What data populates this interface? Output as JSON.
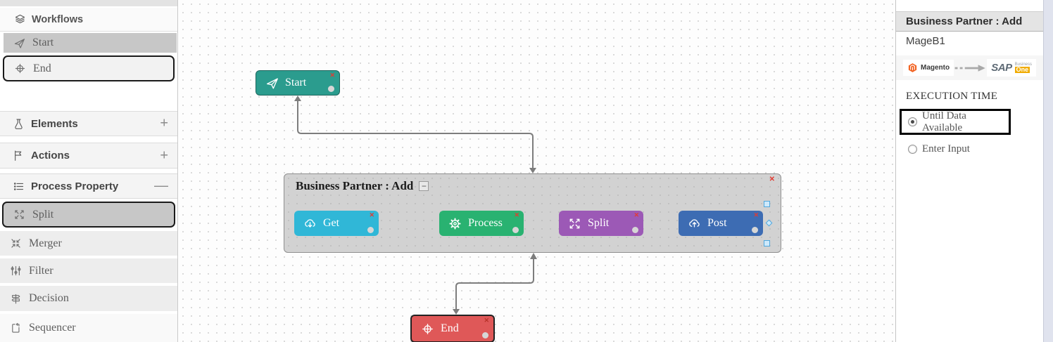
{
  "icons": {
    "close": "✕"
  },
  "sidebar": {
    "top_header": "Workflows",
    "palette": [
      {
        "label": "Start"
      },
      {
        "label": "End"
      }
    ],
    "sections": [
      {
        "label": "Elements",
        "toggle": "+"
      },
      {
        "label": "Actions",
        "toggle": "+"
      },
      {
        "label": "Process Property",
        "toggle": "—"
      }
    ],
    "process_items": [
      {
        "label": "Split"
      },
      {
        "label": "Merger"
      },
      {
        "label": "Filter"
      },
      {
        "label": "Decision"
      },
      {
        "label": "Sequencer"
      }
    ]
  },
  "canvas": {
    "nodes": {
      "start": {
        "label": "Start",
        "color": "#2b9c8e"
      },
      "end": {
        "label": "End",
        "color": "#df5858"
      }
    },
    "group": {
      "title": "Business Partner : Add",
      "collapse": "−",
      "steps": [
        {
          "label": "Get",
          "color": "#30b7d7"
        },
        {
          "label": "Process",
          "color": "#29b271"
        },
        {
          "label": "Split",
          "color": "#9c59b6"
        },
        {
          "label": "Post",
          "color": "#3d6cb3"
        }
      ]
    },
    "connection_colors": {
      "normal": "#7d7d7d",
      "selected": "#e0262b",
      "handle": "#51a7dc"
    }
  },
  "inspector": {
    "title": "Business Partner : Add",
    "subtitle": "MageB1",
    "source_logo": {
      "text": "Magento",
      "brand_color": "#f26322"
    },
    "target_logo": {
      "text_main": "SAP",
      "text_top": "Business",
      "text_bottom": "One",
      "brand_color": "#f0ab00"
    },
    "execution_time_label": "EXECUTION TIME",
    "options": [
      {
        "label": "Until Data Available",
        "selected": true,
        "highlighted": true
      },
      {
        "label": "Enter Input",
        "selected": false,
        "highlighted": false
      }
    ]
  }
}
